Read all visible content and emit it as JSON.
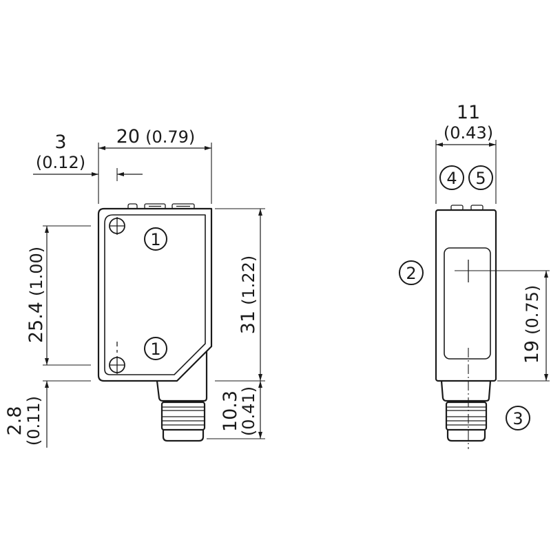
{
  "colors": {
    "line": "#1a1a1a",
    "background": "#ffffff"
  },
  "dimensions": {
    "front_width": {
      "value": "20",
      "inch": "(0.79)"
    },
    "front_offset": {
      "value": "3",
      "inch": "(0.12)"
    },
    "hole_spacing": {
      "value": "25.4",
      "inch": "(1.00)"
    },
    "bottom_offset": {
      "value": "2.8",
      "inch": "(0.11)"
    },
    "body_height": {
      "value": "31",
      "inch": "(1.22)"
    },
    "connector_length": {
      "value": "10.3",
      "inch": "(0.41)"
    },
    "side_width": {
      "value": "11",
      "inch": "(0.43)"
    },
    "axis_height": {
      "value": "19",
      "inch": "(0.75)"
    }
  },
  "callouts": {
    "front_upper": "1",
    "front_lower": "1",
    "side_left": "2",
    "connector": "3",
    "top_left": "4",
    "top_right": "5"
  }
}
